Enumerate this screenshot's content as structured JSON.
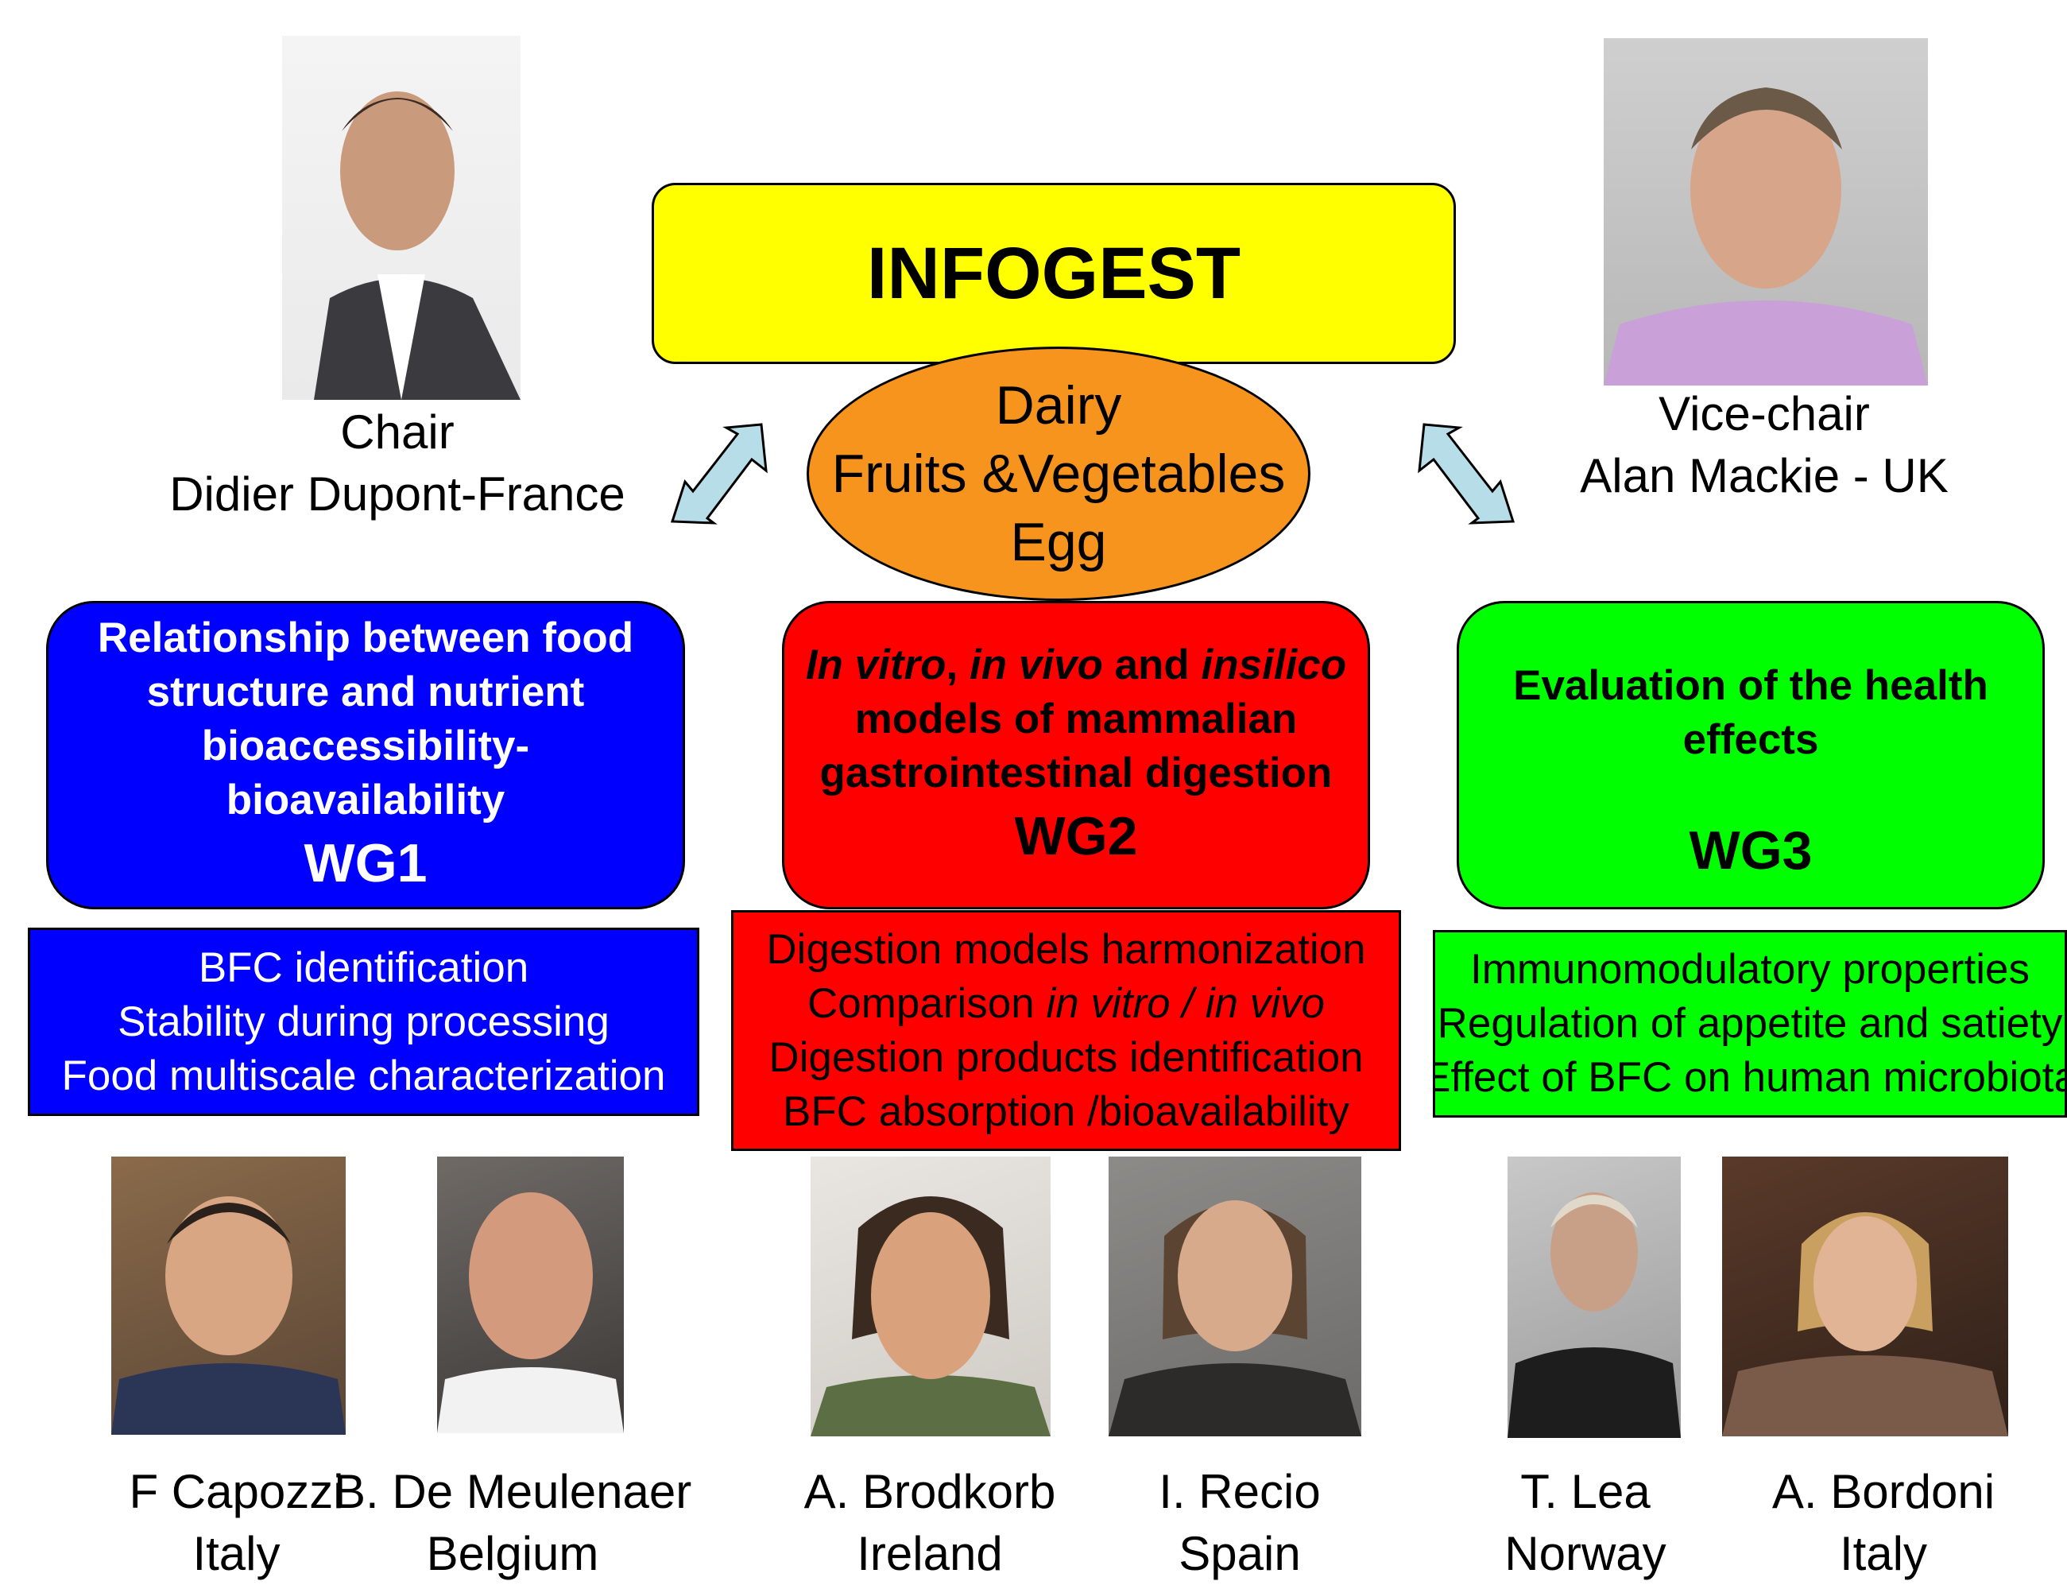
{
  "title": "INFOGEST",
  "foods": [
    "Dairy",
    "Fruits &Vegetables",
    "Egg"
  ],
  "chair": {
    "role": "Chair",
    "name": "Didier Dupont-France"
  },
  "vice_chair": {
    "role": "Vice-chair",
    "name": "Alan Mackie - UK"
  },
  "wg1": {
    "description": [
      "Relationship between food",
      "structure and nutrient",
      "bioaccessibility-",
      "bioavailability"
    ],
    "label": "WG1",
    "tasks": [
      "BFC identification",
      "Stability during processing",
      "Food multiscale characterization"
    ],
    "color": "#0000ff"
  },
  "wg2": {
    "description_line1_parts": [
      "In vitro",
      ", ",
      "in vivo",
      " and ",
      "insilico"
    ],
    "description": [
      "models of mammalian",
      "gastrointestinal digestion"
    ],
    "label": "WG2",
    "tasks_line1": "Digestion models harmonization",
    "tasks_line2_prefix": "Comparison ",
    "tasks_line2_italic": "in vitro / in vivo",
    "tasks_rest": [
      "Digestion products identification",
      "BFC absorption /bioavailability"
    ],
    "color": "#ff0000"
  },
  "wg3": {
    "description": [
      "Evaluation of the health",
      "effects"
    ],
    "label": "WG3",
    "tasks": [
      "Immunomodulatory properties",
      "Regulation of appetite and satiety",
      "Effect of BFC on human microbiota"
    ],
    "color": "#00ff00"
  },
  "members": [
    {
      "name": "F Capozzi",
      "country": "Italy"
    },
    {
      "name": "B. De Meulenaer",
      "country": "Belgium"
    },
    {
      "name": "A. Brodkorb",
      "country": "Ireland"
    },
    {
      "name": "I. Recio",
      "country": "Spain"
    },
    {
      "name": "T. Lea",
      "country": "Norway"
    },
    {
      "name": "A. Bordoni",
      "country": "Italy"
    }
  ],
  "arrow_color": "#b7dde8",
  "title_color": "#ffff00",
  "ellipse_color": "#f7941d"
}
